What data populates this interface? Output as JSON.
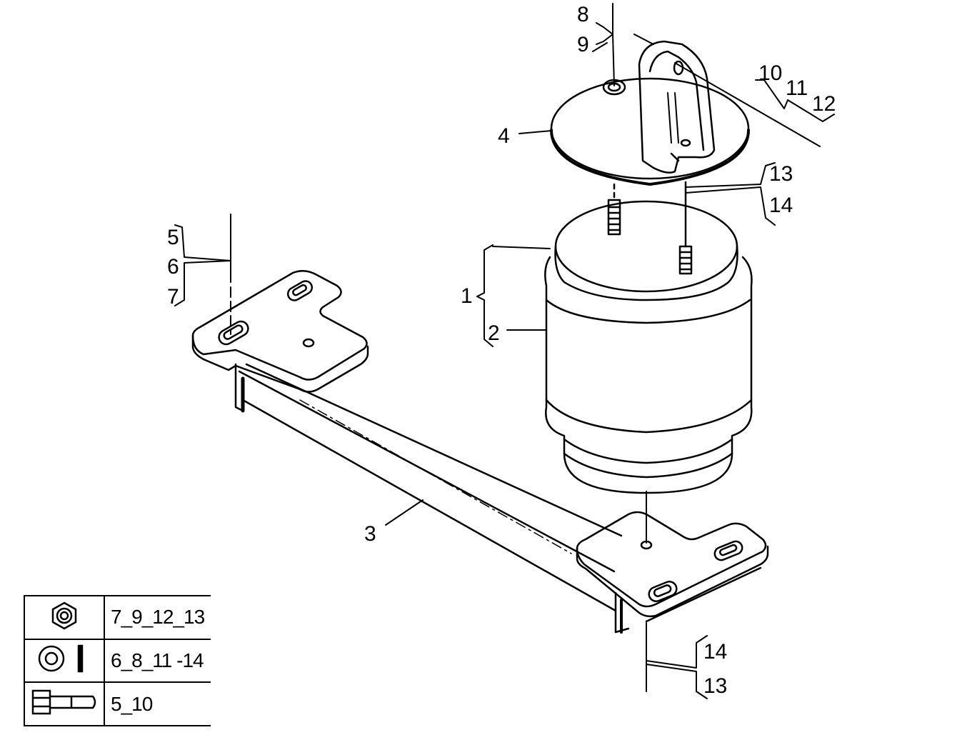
{
  "callouts": {
    "c1": "1",
    "c2": "2",
    "c3": "3",
    "c4": "4",
    "c5": "5",
    "c6": "6",
    "c7": "7",
    "c8": "8",
    "c9": "9",
    "c10": "10",
    "c11": "11",
    "c12": "12",
    "c13_top": "13",
    "c14_top": "14",
    "c14_bottom": "14",
    "c13_bottom": "13"
  },
  "legend": {
    "rows": [
      {
        "icon": "nut-icon",
        "refs": "7_9_12_13"
      },
      {
        "icon": "washer-icon",
        "refs": "6_8_11 -14"
      },
      {
        "icon": "bolt-icon",
        "refs": "5_10"
      }
    ]
  }
}
